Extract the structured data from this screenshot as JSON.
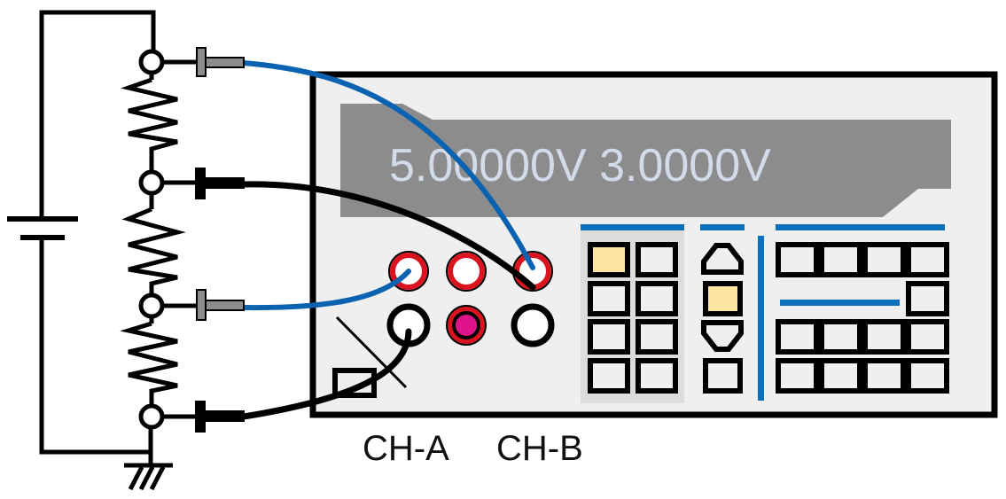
{
  "display": {
    "reading": "5.00000V 3.0000V"
  },
  "labels": {
    "channel_a": "CH-A",
    "channel_b": "CH-B"
  },
  "colors": {
    "blue_lead": "#0a62b0",
    "black_lead": "#000000",
    "terminal_red": "#d9141e",
    "terminal_magenta": "#e0148a",
    "display_bg": "#8c8c8c",
    "display_text": "#d3dbea",
    "panel_bg": "#efefef",
    "key_highlight": "#fde4a0",
    "accent_bar": "#0a70bc"
  }
}
